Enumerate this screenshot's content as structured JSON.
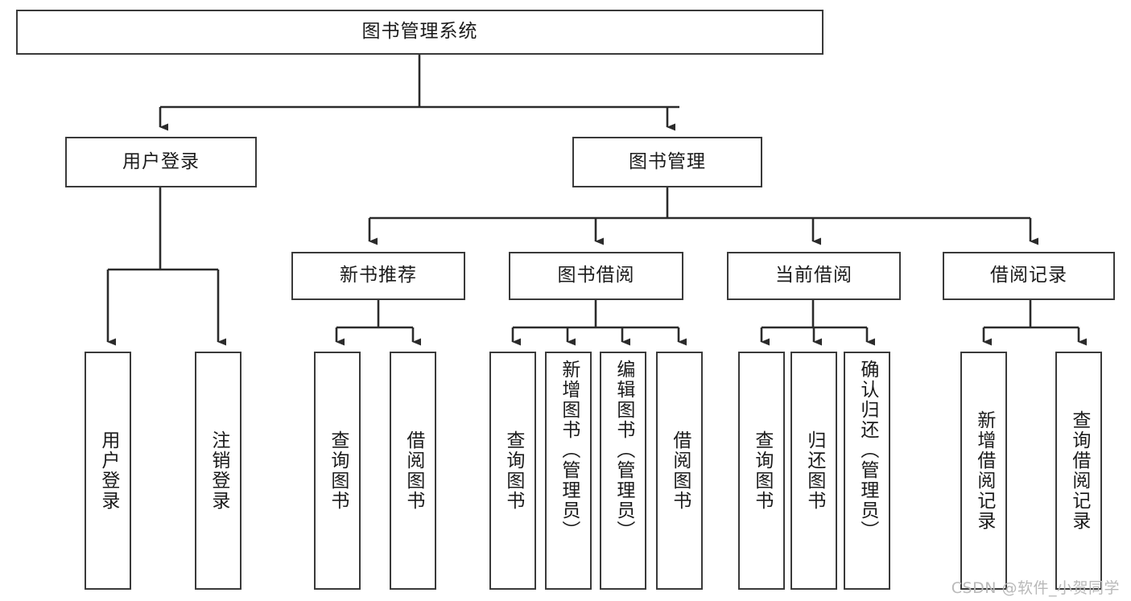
{
  "diagram": {
    "type": "hierarchy-tree",
    "title": "图书管理系统",
    "watermark": "CSDN @软件_小贺同学",
    "colors": {
      "box_border": "#3a3a3a",
      "box_fill": "#ffffff",
      "edge": "#2b2b2b",
      "text": "#1b1b1b",
      "watermark": "#b9b9b9"
    },
    "root": {
      "id": "root",
      "label": "图书管理系统"
    },
    "level2": [
      {
        "id": "user-login",
        "label": "用户登录"
      },
      {
        "id": "book-manage",
        "label": "图书管理"
      }
    ],
    "level3": [
      {
        "id": "new-book-rec",
        "label": "新书推荐",
        "parent": "book-manage"
      },
      {
        "id": "book-borrow",
        "label": "图书借阅",
        "parent": "book-manage"
      },
      {
        "id": "current-borrow",
        "label": "当前借阅",
        "parent": "book-manage"
      },
      {
        "id": "borrow-record",
        "label": "借阅记录",
        "parent": "book-manage"
      }
    ],
    "leaves": [
      {
        "id": "leaf-user-login",
        "label": "用户登录",
        "parent": "user-login"
      },
      {
        "id": "leaf-logout",
        "label": "注销登录",
        "parent": "user-login"
      },
      {
        "id": "leaf-query-book-1",
        "label": "查询图书",
        "parent": "new-book-rec"
      },
      {
        "id": "leaf-borrow-book-1",
        "label": "借阅图书",
        "parent": "new-book-rec"
      },
      {
        "id": "leaf-query-book-2",
        "label": "查询图书",
        "parent": "book-borrow"
      },
      {
        "id": "leaf-add-book",
        "label": "新增图书（管理员）",
        "parent": "book-borrow"
      },
      {
        "id": "leaf-edit-book",
        "label": "编辑图书（管理员）",
        "parent": "book-borrow"
      },
      {
        "id": "leaf-borrow-book-2",
        "label": "借阅图书",
        "parent": "book-borrow"
      },
      {
        "id": "leaf-query-book-3",
        "label": "查询图书",
        "parent": "current-borrow"
      },
      {
        "id": "leaf-return-book",
        "label": "归还图书",
        "parent": "current-borrow"
      },
      {
        "id": "leaf-confirm-return",
        "label": "确认归还（管理员）",
        "parent": "current-borrow"
      },
      {
        "id": "leaf-add-record",
        "label": "新增借阅记录",
        "parent": "borrow-record"
      },
      {
        "id": "leaf-query-record",
        "label": "查询借阅记录",
        "parent": "borrow-record"
      }
    ]
  }
}
